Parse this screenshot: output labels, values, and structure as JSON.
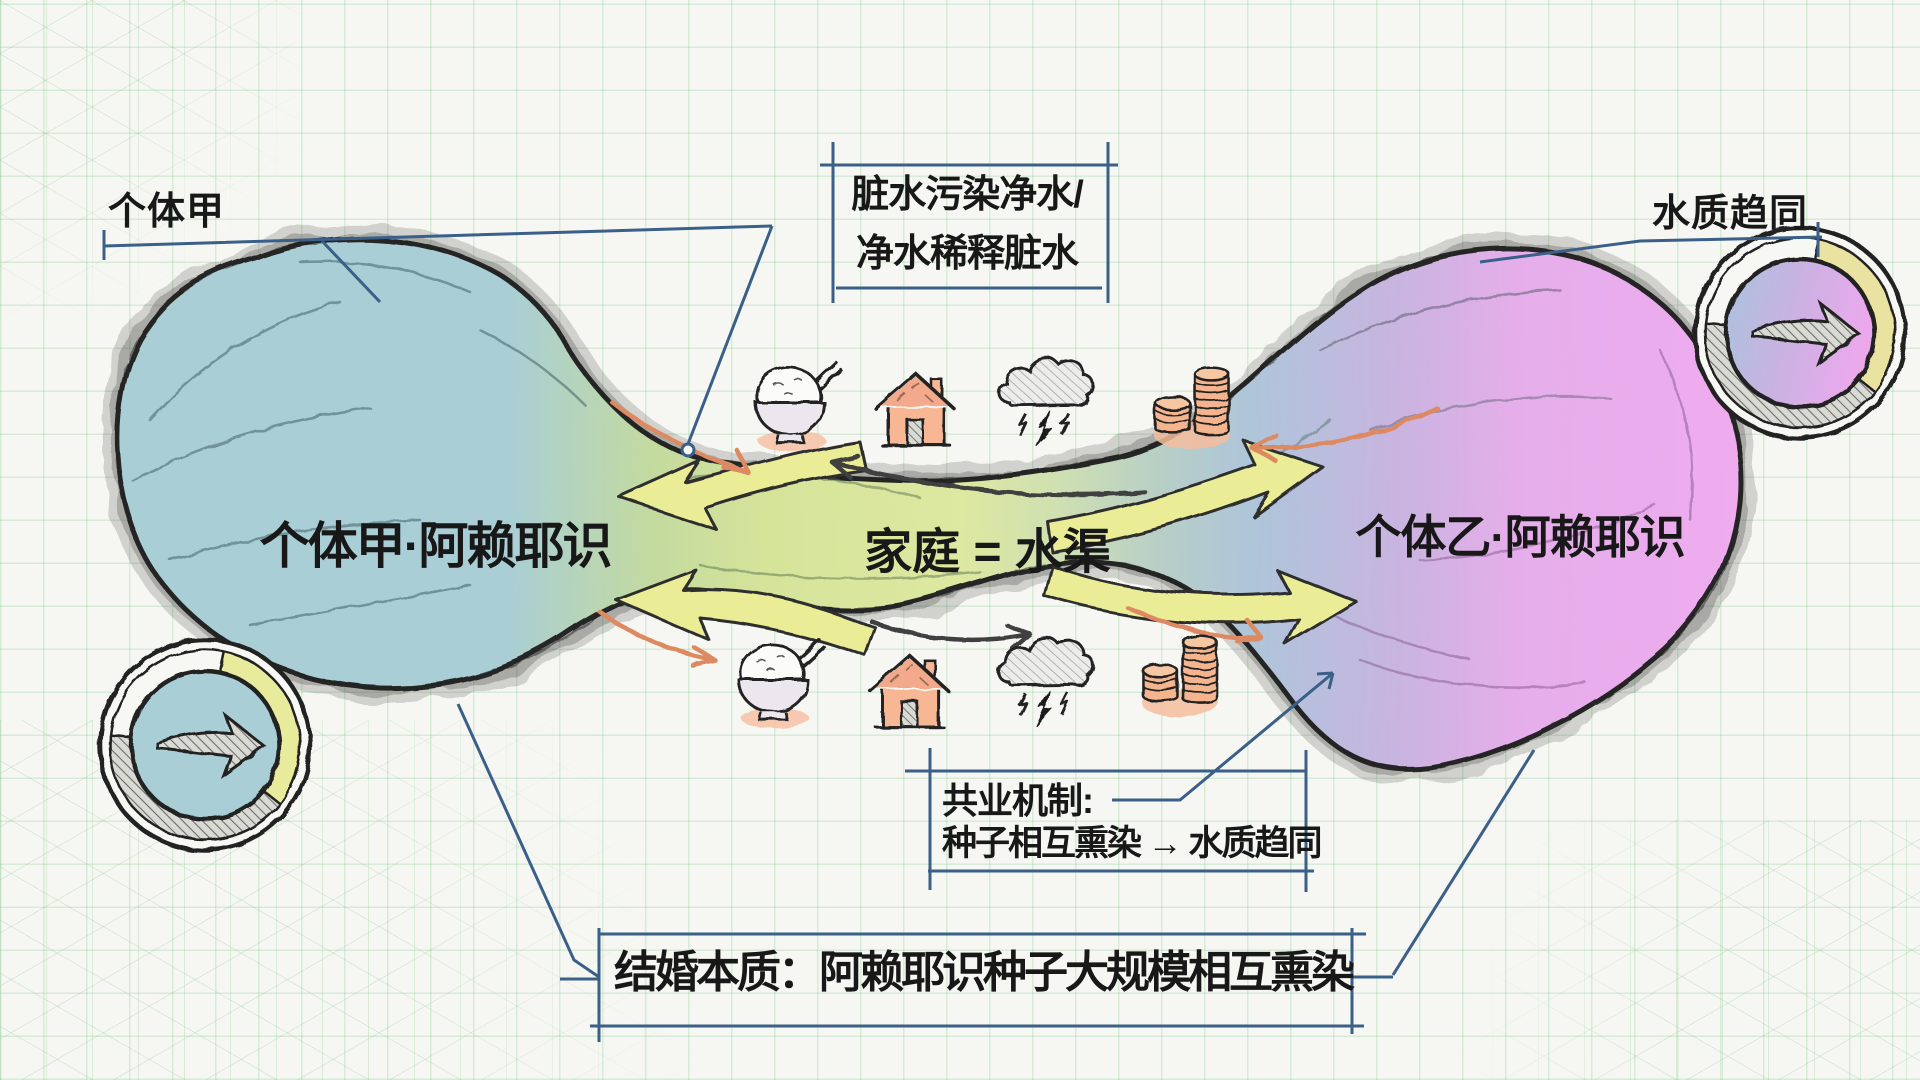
{
  "labels": {
    "individual_a": "个体甲",
    "water_quality": "水质趋同",
    "blob_a": "个体甲·阿赖耶识",
    "channel": "家庭 = 水渠",
    "blob_b": "个体乙·阿赖耶识"
  },
  "top_box": {
    "line1": "脏水污染净水/",
    "line2": "净水稀释脏水"
  },
  "karma_box": {
    "line1": "共业机制:",
    "line2": "种子相互熏染 → 水质趋同"
  },
  "marriage_box": {
    "text": "结婚本质：阿赖耶识种子大规模相互熏染"
  },
  "icons": {
    "top_row": [
      "rice-bowl",
      "house",
      "storm-cloud",
      "coin-stacks"
    ],
    "bottom_row": [
      "rice-bowl",
      "house",
      "storm-cloud",
      "coin-stacks"
    ]
  },
  "gauges": {
    "left": "mix-gauge-blue",
    "right": "mix-gauge-blue-pink"
  },
  "colors": {
    "blob_a": "#a9ced6",
    "channel": "#dce79c",
    "blob_b": "#ecacee",
    "arrow_yellow": "#eaed96",
    "salmon": "#f4b48e",
    "salmon_arrow": "#dd8a63",
    "connector_blue": "#3a5f88",
    "ink": "#1c1c1c",
    "grid_green": "#cfe3cf"
  }
}
